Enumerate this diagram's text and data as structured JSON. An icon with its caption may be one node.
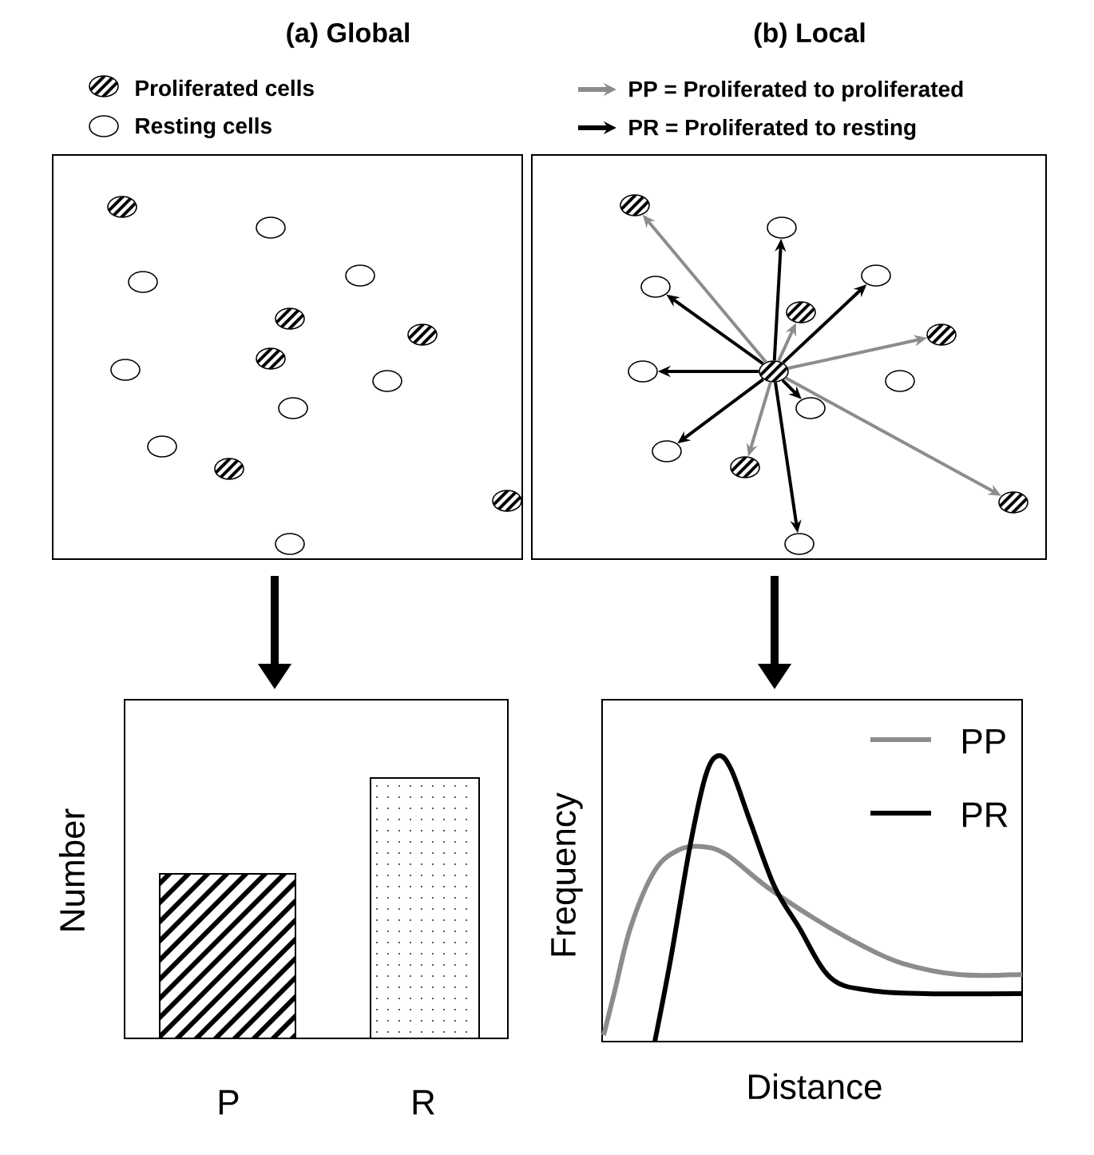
{
  "diagram": {
    "nodes": [
      {
        "text": [],
        "shape": "box"
      },
      {
        "text": [],
        "shape": "circle",
        "in": 0
      },
      {
        "text": [],
        "shape": "circle",
        "in": 0
      },
      {
        "text": [],
        "shape": "circle",
        "in": 0
      },
      {
        "text": [],
        "shape": "circle",
        "in": 0
      },
      {
        "text": [],
        "shape": "circle",
        "in": 0
      },
      {
        "text": [],
        "shape": "circle",
        "in": 0
      },
      {
        "text": [],
        "shape": "circle",
        "in": 0
      },
      {
        "text": [],
        "shape": "circle",
        "in": 0
      },
      {
        "text": [],
        "shape": "circle",
        "in": 0
      },
      {
        "text": [],
        "shape": "circle",
        "in": 0
      },
      {
        "text": [],
        "shape": "circle",
        "in": 0
      },
      {
        "text": [],
        "shape": "circle",
        "in": 0
      },
      {
        "text": [],
        "shape": "circle",
        "in": 0
      },
      {
        "text": [],
        "shape": "circle",
        "in": 0
      },
      {
        "text": [],
        "shape": "box"
      },
      {
        "text": [],
        "shape": "circle",
        "in": 15
      },
      {
        "text": [],
        "shape": "circle",
        "in": 15
      },
      {
        "text": [],
        "shape": "circle",
        "in": 15
      },
      {
        "text": [],
        "shape": "circle",
        "in": 15
      },
      {
        "text": [],
        "shape": "circle",
        "in": 15
      },
      {
        "text": [],
        "shape": "circle",
        "in": 15
      },
      {
        "text": [],
        "shape": "circle",
        "in": 15
      },
      {
        "text": [],
        "shape": "circle",
        "in": 15
      },
      {
        "text": [],
        "shape": "circle",
        "in": 15
      },
      {
        "text": [],
        "shape": "circle",
        "in": 15
      },
      {
        "text": [],
        "shape": "circle",
        "in": 15
      },
      {
        "text": [],
        "shape": "circle",
        "in": 15
      },
      {
        "text": [],
        "shape": "circle",
        "in": 15
      },
      {
        "text": [],
        "shape": "circle",
        "in": 15
      },
      {
        "text": [],
        "shape": "box",
        "beside": [
          "Number",
          "P",
          "R"
        ]
      },
      {
        "text": [],
        "shape": "box",
        "beside": [
          "Frequency",
          "Distance"
        ]
      }
    ],
    "edges": [
      {
        "from": 0,
        "to": 30,
        "arrow": "to",
        "style": "thick"
      },
      {
        "from": 15,
        "to": 31,
        "arrow": "to",
        "style": "thick"
      },
      {
        "from": 16,
        "to": 17,
        "arrow": "to",
        "color": "#8c8c8c"
      },
      {
        "from": 16,
        "to": 18,
        "arrow": "to"
      },
      {
        "from": 16,
        "to": 19,
        "arrow": "to"
      },
      {
        "from": 16,
        "to": 20,
        "arrow": "to"
      },
      {
        "from": 16,
        "to": 21,
        "arrow": "to",
        "color": "#8c8c8c"
      },
      {
        "from": 16,
        "to": 22,
        "arrow": "to",
        "color": "#8c8c8c"
      },
      {
        "from": 16,
        "to": 23,
        "arrow": "to"
      },
      {
        "from": 16,
        "to": 25,
        "arrow": "to"
      },
      {
        "from": 16,
        "to": 26,
        "arrow": "to"
      },
      {
        "from": 16,
        "to": 27,
        "arrow": "to",
        "color": "#8c8c8c"
      },
      {
        "from": 16,
        "to": 28,
        "arrow": "to",
        "color": "#8c8c8c"
      },
      {
        "from": 16,
        "to": 29,
        "arrow": "to"
      }
    ],
    "labels": [
      "(a) Global",
      "(b) Local"
    ],
    "legend": [
      {
        "text": "Proliferated cells"
      },
      {
        "text": "Resting cells"
      },
      {
        "text": "PP = Proliferated to proliferated"
      },
      {
        "text": "PR = Proliferated to resting"
      },
      {
        "text": "PP"
      },
      {
        "text": "PR"
      }
    ]
  }
}
